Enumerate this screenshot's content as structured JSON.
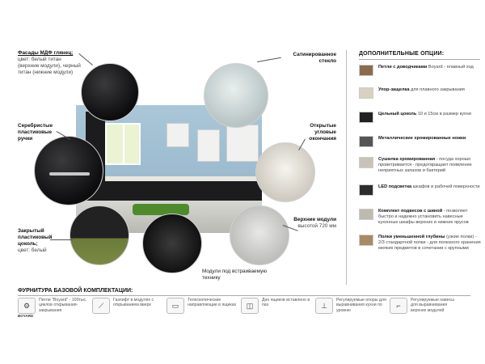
{
  "annotations": {
    "facades": {
      "title": "Фасады МДФ глянец;",
      "body": "цвет: белый титан (верхние модули), черный титан (нижние модули)"
    },
    "handles": {
      "title": "Серебристые пластиковые ручки"
    },
    "plinth": {
      "title": "Закрытый пластиковый цоколь;",
      "body": "цвет: белый"
    },
    "satin": {
      "title": "Сатинированное стекло"
    },
    "corner": {
      "title": "Открытые угловые окончания"
    },
    "upper": {
      "title": "Верхние модули",
      "body": "высотой 720 мм"
    },
    "builtin": {
      "title": "Модули под встраиваемую технику"
    }
  },
  "options": {
    "title": "ДОПОЛНИТЕЛЬНЫЕ ОПЦИИ:",
    "items": [
      {
        "bold": "Петли с доводчиками",
        "text": " Boyard - плавный ход",
        "icon": "hinge-icon"
      },
      {
        "bold": "Упор-защелка",
        "text": " для плавного закрывания",
        "icon": "latch-icon"
      },
      {
        "bold": "Цельный цоколь",
        "text": " 10 и 15см в размер кухни",
        "icon": "plinth-icon"
      },
      {
        "bold": "Металлические хромированные ножки",
        "text": "",
        "icon": "legs-icon"
      },
      {
        "bold": "Сушилка хромированная",
        "text": " - посуда хорошо проветривается - предотвращает появление неприятных запахов и бактерий",
        "icon": "dryer-icon"
      },
      {
        "bold": "LED подсветка",
        "text": " шкафов и рабочей поверхности",
        "icon": "led-icon"
      },
      {
        "bold": "Комплект подвесов с шиной",
        "text": " - позволяет быстро и надежно установить навесные кухонные шкафы верхних и нижних ярусов",
        "icon": "rail-icon"
      },
      {
        "bold": "Полки уменьшенной глубины",
        "text": " (узкие полки) - 2/3 стандартной полки - для полезного хранения мелких предметов в сочетании с крупными",
        "icon": "shelf-icon"
      }
    ]
  },
  "base": {
    "title": "ФУРНИТУРА БАЗОВОЙ КОМПЛЕКТАЦИИ:",
    "items": [
      {
        "text": "Петли \"Boyard\" - 100тыс. циклов открывания-закрывания",
        "brand": "BOYARD",
        "icon": "hinge-icon",
        "glyph": "⚙"
      },
      {
        "text": "Газлифт в модулях с открыванием вверх",
        "brand": "",
        "icon": "gaslift-icon",
        "glyph": "⟋"
      },
      {
        "text": "Телескопические направляющие в ящиках",
        "brand": "",
        "icon": "drawer-slide-icon",
        "glyph": "▭"
      },
      {
        "text": "Дно ящиков вставлено в паз",
        "brand": "",
        "icon": "drawer-bottom-icon",
        "glyph": "◫"
      },
      {
        "text": "Регулируемые опоры для выравнивания кухни по уровню",
        "brand": "",
        "icon": "leveling-foot-icon",
        "glyph": "⊥"
      },
      {
        "text": "Регулируемые навесы для выравнивания верхних модулей",
        "brand": "",
        "icon": "hanger-icon",
        "glyph": "⌐"
      }
    ]
  }
}
